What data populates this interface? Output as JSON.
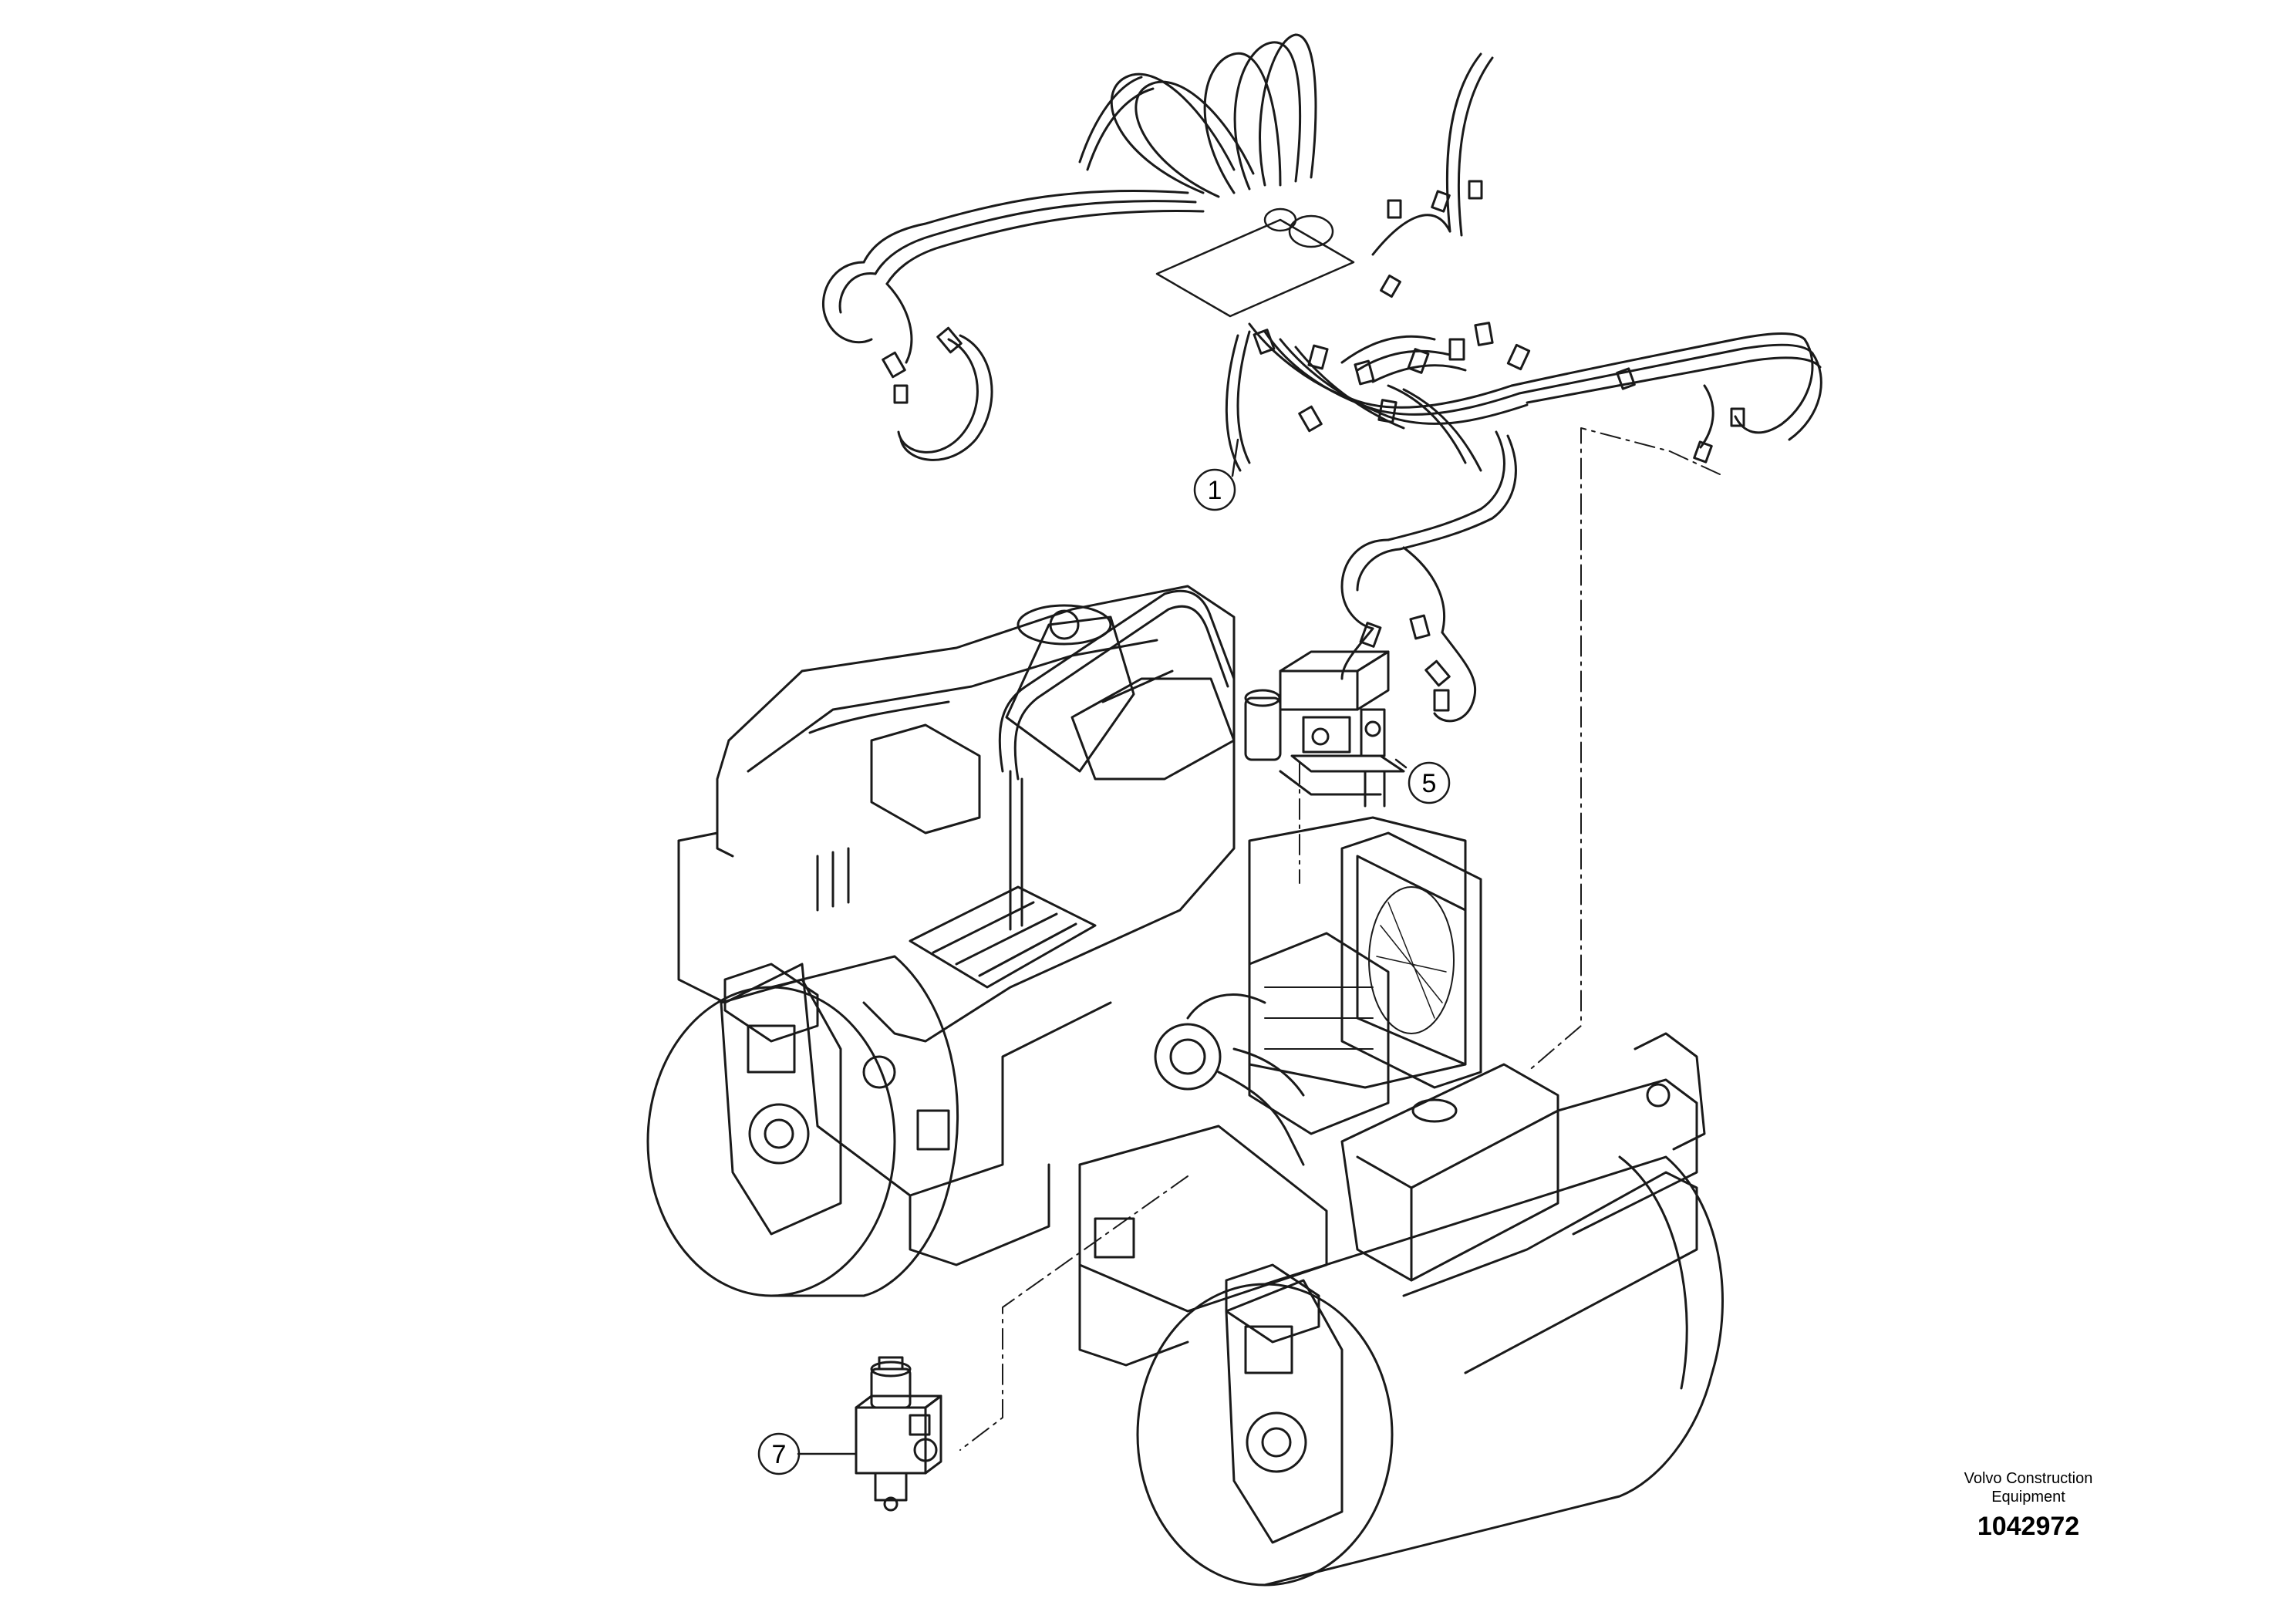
{
  "callouts": [
    {
      "number": "1"
    },
    {
      "number": "5"
    },
    {
      "number": "7"
    }
  ],
  "brand": {
    "line1": "Volvo Construction",
    "line2": "Equipment"
  },
  "drawing_number": "1042972",
  "colors": {
    "line": "#1a1a1a",
    "background": "#ffffff"
  }
}
